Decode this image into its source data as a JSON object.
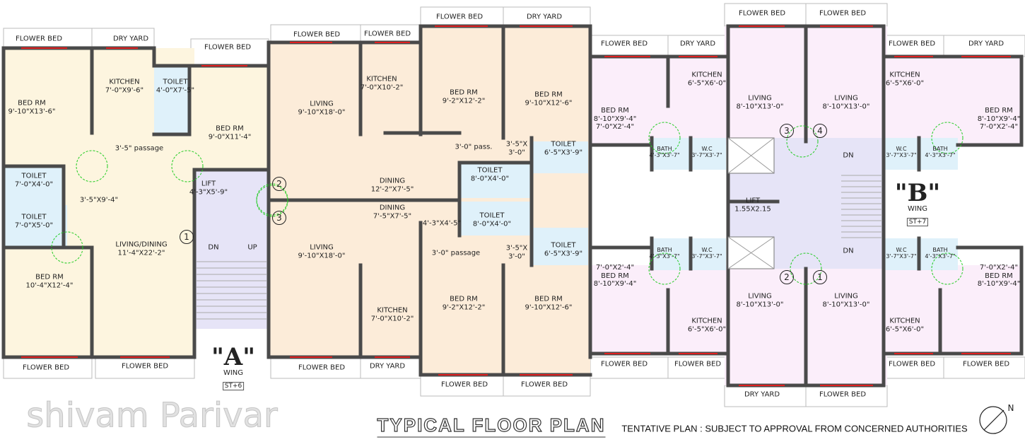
{
  "title": "TYPICAL FLOOR PLAN",
  "disclaimer": "TENTATIVE PLAN : SUBJECT TO APPROVAL FROM CONCERNED AUTHORITIES",
  "watermark": "shivam Parivar",
  "north_label": "N",
  "colors": {
    "wing_a_unit": "#fdf5df",
    "wing_a_units_right": "#fcecd9",
    "wing_b_unit": "#fbeefa",
    "wet_area": "#dff1fa",
    "core": "#e6e4f7",
    "wall": "#4a4a4a",
    "window": "#e02020",
    "door_swing": "#22cc22"
  },
  "wings": [
    {
      "letter": "\"A\"",
      "word": "WING",
      "floors": "ST+6"
    },
    {
      "letter": "\"B\"",
      "word": "WING",
      "floors": "ST+7"
    }
  ],
  "rooms": [
    {
      "name": "BED RM",
      "size": "9'-10\"X13'-6\""
    },
    {
      "name": "KITCHEN",
      "size": "7'-0\"X9'-6\""
    },
    {
      "name": "TOILET",
      "size": "4'-0\"X7'-5\""
    },
    {
      "name": "BED RM",
      "size": "9'-0\"X11'-4\""
    },
    {
      "name": "TOILET",
      "size": "7'-0\"X4'-0\""
    },
    {
      "name": "TOILET",
      "size": "7'-0\"X5'-0\""
    },
    {
      "name": "LIVING/DINING",
      "size": "11'-4\"X22'-2\""
    },
    {
      "name": "BED RM",
      "size": "10'-4\"X12'-4\""
    },
    {
      "name": "LIFT",
      "size": "4'-3\"X5'-9\""
    },
    {
      "name": "LIVING",
      "size": "9'-10\"X18'-0\""
    },
    {
      "name": "KITCHEN",
      "size": "7'-0\"X10'-2\""
    },
    {
      "name": "BED RM",
      "size": "9'-2\"X12'-2\""
    },
    {
      "name": "BED RM",
      "size": "9'-10\"X12'-6\""
    },
    {
      "name": "TOILET",
      "size": "6'-5\"X3'-9\""
    },
    {
      "name": "TOILET",
      "size": "8'-0\"X4'-0\""
    },
    {
      "name": "DINING",
      "size": "12'-2\"X7'-5\""
    },
    {
      "name": "DINING",
      "size": "7'-5\"X7'-5\""
    },
    {
      "name": "TOILET",
      "size": "8'-0\"X4'-0\""
    },
    {
      "name": "TOILET",
      "size": "6'-5\"X3'-9\""
    },
    {
      "name": "LIVING",
      "size": "9'-10\"X18'-0\""
    },
    {
      "name": "KITCHEN",
      "size": "7'-0\"X10'-2\""
    },
    {
      "name": "BED RM",
      "size": "9'-2\"X12'-2\""
    },
    {
      "name": "BED RM",
      "size": "9'-10\"X12'-6\""
    },
    {
      "name": "BED RM",
      "size": "8'-10\"X9'-4\"",
      "extra": "7'-0\"X2'-4\""
    },
    {
      "name": "KITCHEN",
      "size": "6'-5\"X6'-0\""
    },
    {
      "name": "LIVING",
      "size": "8'-10\"X13'-0\""
    },
    {
      "name": "LIVING",
      "size": "8'-10\"X13'-0\""
    },
    {
      "name": "KITCHEN",
      "size": "6'-5\"X6'-0\""
    },
    {
      "name": "BED RM",
      "size": "8'-10\"X9'-4\"",
      "extra": "7'-0\"X2'-4\""
    },
    {
      "name": "BATH",
      "size": "4'-3\"X3'-7\""
    },
    {
      "name": "W.C",
      "size": "3'-7\"X3'-7\""
    },
    {
      "name": "W.C",
      "size": "3'-7\"X3'-7\""
    },
    {
      "name": "BATH",
      "size": "4'-3\"X3'-7\""
    },
    {
      "name": "LIFT",
      "size": "1.55X2.15"
    },
    {
      "name": "BATH",
      "size": "4'-3\"X3'-7\""
    },
    {
      "name": "W.C",
      "size": "3'-7\"X3'-7\""
    },
    {
      "name": "W.C",
      "size": "3'-7\"X3'-7\""
    },
    {
      "name": "BATH",
      "size": "4'-3\"X3'-7\""
    },
    {
      "name": "BED RM",
      "size": "8'-10\"X9'-4\"",
      "extra_above": "7'-0\"X2'-4\""
    },
    {
      "name": "KITCHEN",
      "size": "6'-5\"X6'-0\""
    },
    {
      "name": "LIVING",
      "size": "8'-10\"X13'-0\""
    },
    {
      "name": "LIVING",
      "size": "8'-10\"X13'-0\""
    },
    {
      "name": "KITCHEN",
      "size": "6'-5\"X6'-0\""
    },
    {
      "name": "BED RM",
      "size": "8'-10\"X9'-4\"",
      "extra_above": "7'-0\"X2'-4\""
    }
  ],
  "passages": [
    "3'-5\" passage",
    "3'-5\"X9'-4\"",
    "3'-0\" pass.",
    "3'-5\"X3'-0\"",
    "4'-3\"X4'-5\"",
    "3'-0\" passage",
    "3'-5\"X3'-0\""
  ],
  "outdoor": [
    "FLOWER BED",
    "DRY YARD",
    "FLOWER BED",
    "FLOWER BED",
    "FLOWER BED",
    "FLOWER BED",
    "DRY YARD",
    "FLOWER BED",
    "FLOWER BED",
    "FLOWER BED",
    "DRY YARD",
    "FLOWER BED",
    "FLOWER BED",
    "FLOWER BED",
    "DRY YARD",
    "FLOWER BED",
    "FLOWER BED",
    "FLOWER BED",
    "DRY YARD",
    "FLOWER BED",
    "FLOWER BED",
    "DRY YARD",
    "FLOWER BED",
    "FLOWER BED",
    "FLOWER BED",
    "DRY YARD",
    "FLOWER BED"
  ],
  "flat_numbers": [
    "1",
    "2",
    "3",
    "3",
    "4",
    "2",
    "1"
  ],
  "stairs": [
    "DN",
    "UP",
    "DN",
    "DN"
  ]
}
